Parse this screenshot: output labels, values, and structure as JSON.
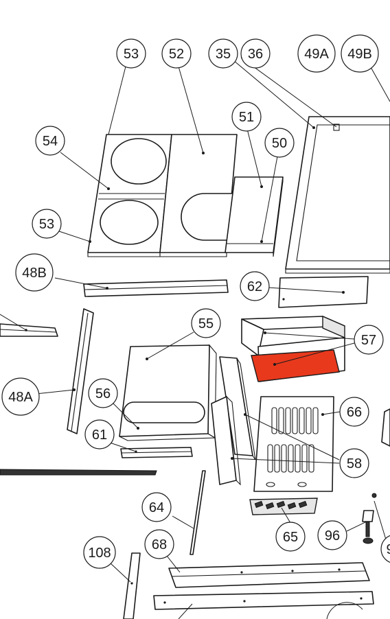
{
  "highlight_color": "#e8391d",
  "callouts": {
    "c53a": "53",
    "c52": "52",
    "c35": "35",
    "c36": "36",
    "c49a": "49A",
    "c49b": "49B",
    "c51": "51",
    "c54": "54",
    "c50": "50",
    "c53b": "53",
    "c48b": "48B",
    "c62": "62",
    "c55": "55",
    "c57": "57",
    "c48a": "48A",
    "c56": "56",
    "c66": "66",
    "c61": "61",
    "c58": "58",
    "c64": "64",
    "c65": "65",
    "c96": "96",
    "c68": "68",
    "c108": "108",
    "c9": "9"
  }
}
